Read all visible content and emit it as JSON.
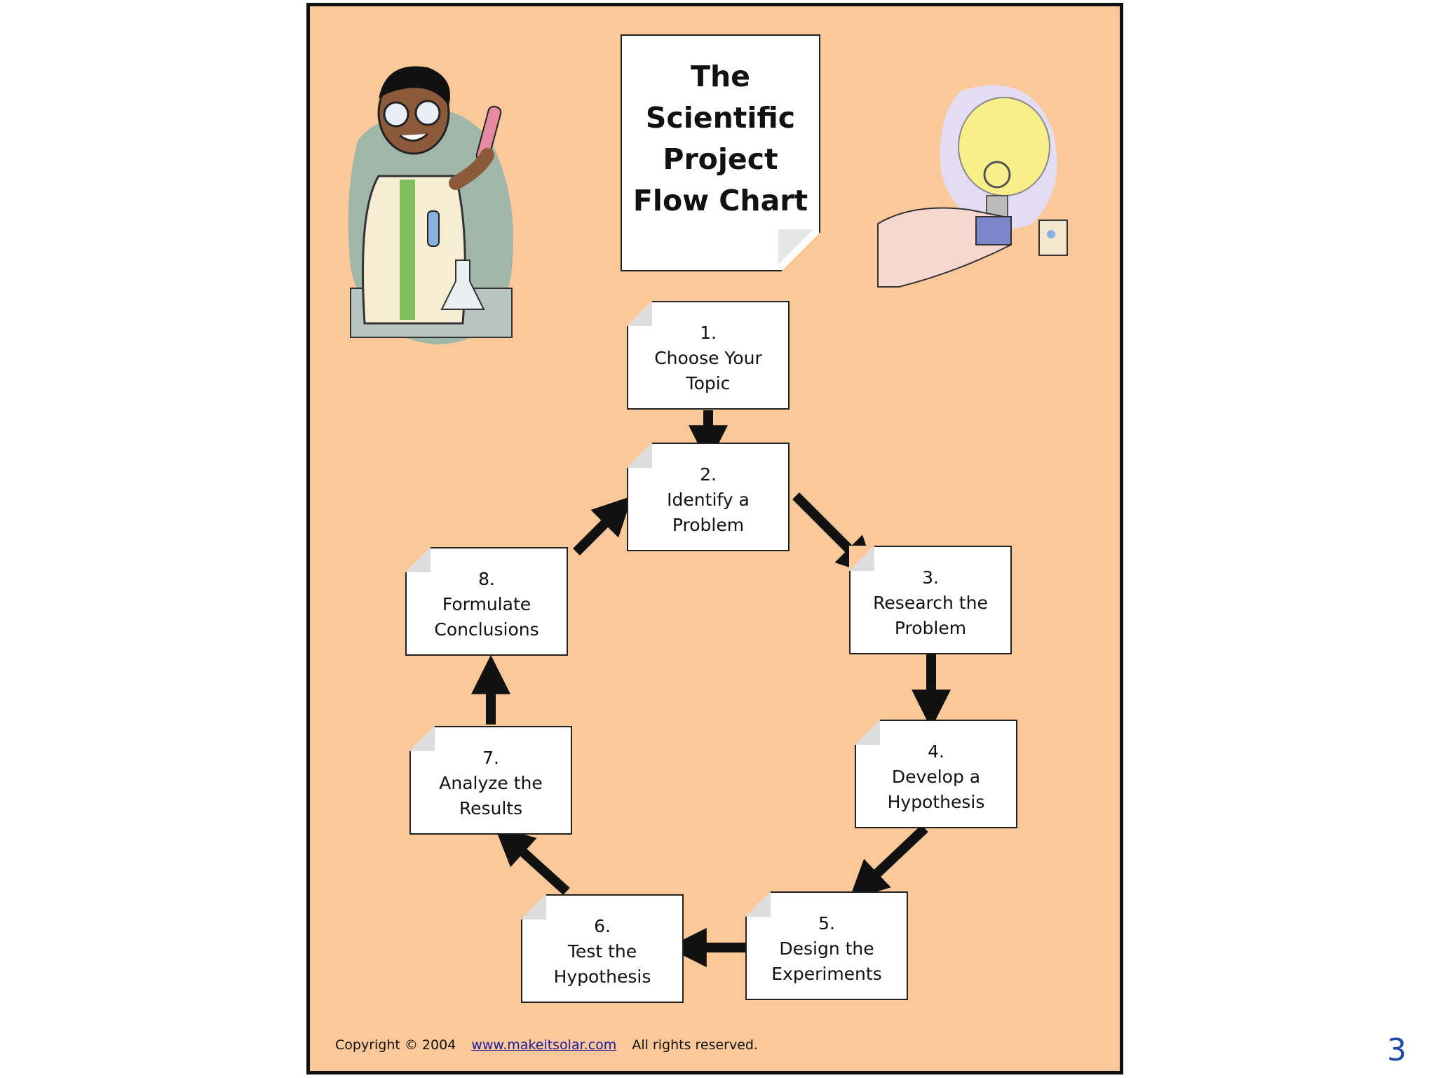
{
  "title": {
    "lines": [
      "The",
      "Scientific",
      "Project",
      "Flow Chart"
    ]
  },
  "steps": [
    {
      "num": "1.",
      "line1": "Choose Your",
      "line2": "Topic"
    },
    {
      "num": "2.",
      "line1": "Identify a",
      "line2": "Problem"
    },
    {
      "num": "3.",
      "line1": "Research the",
      "line2": "Problem"
    },
    {
      "num": "4.",
      "line1": "Develop a",
      "line2": "Hypothesis"
    },
    {
      "num": "5.",
      "line1": "Design the",
      "line2": "Experiments"
    },
    {
      "num": "6.",
      "line1": "Test the",
      "line2": "Hypothesis"
    },
    {
      "num": "7.",
      "line1": "Analyze the",
      "line2": "Results"
    },
    {
      "num": "8.",
      "line1": "Formulate",
      "line2": "Conclusions"
    }
  ],
  "footer": {
    "copyright": "Copyright © 2004",
    "link": "www.makeitsolar.com",
    "rights": "All rights reserved."
  },
  "page_number": "3",
  "icons": [
    "scientist-illustration",
    "light-bulb-illustration"
  ],
  "colors": {
    "background": "#fbc89a",
    "page_number": "#1f4aa8"
  }
}
